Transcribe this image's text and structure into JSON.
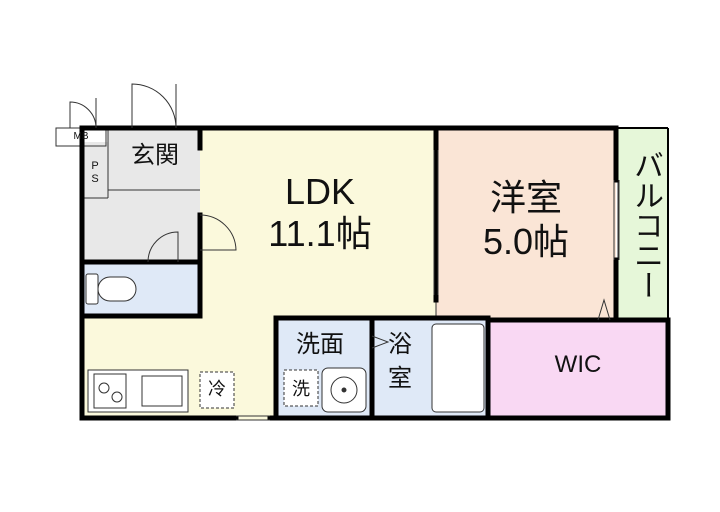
{
  "rooms": {
    "ldk": {
      "name": "LDK",
      "area": "11.1帖",
      "color": "#fbf9dc"
    },
    "western": {
      "name": "洋室",
      "area": "5.0帖",
      "color": "#fae5d6"
    },
    "balcony": {
      "name": "バルコニー",
      "color": "#e6f7d9"
    },
    "wic": {
      "name": "WIC",
      "color": "#f9d8f3"
    },
    "entrance": {
      "name": "玄関",
      "color": "#e8e8e8"
    },
    "washroom": {
      "name": "洗面",
      "color": "#dfe9f7"
    },
    "bath": {
      "name_line1": "浴",
      "name_line2": "室",
      "color": "#dfe9f7"
    },
    "toilet": {
      "color": "#dfe9f7"
    }
  },
  "fixtures": {
    "mb": "MB",
    "ps": "P\nS",
    "fridge": "冷",
    "washer": "洗"
  },
  "colors": {
    "wall": "#000000",
    "line": "#333333"
  }
}
